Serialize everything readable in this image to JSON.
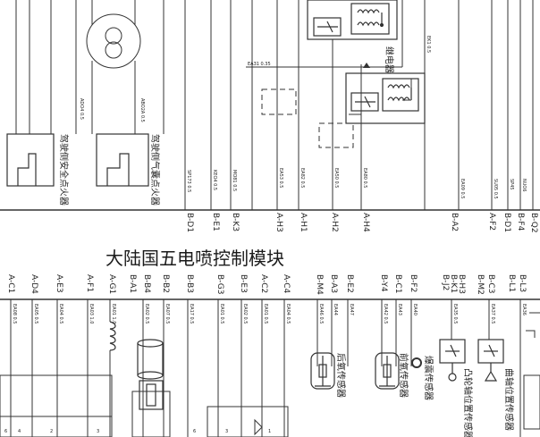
{
  "module": {
    "title": "大陆国五电喷控制模块"
  },
  "components": {
    "driver_igniter": "驾驶侧安全点火器",
    "passenger_igniter": "驾驶侧气囊点火器",
    "relay": "继电器",
    "downstream_o2": "后氧传感器",
    "upstream_o2": "前氧传感器",
    "knock": "爆震传感器",
    "cam_pos": "凸轮轴位置传感器",
    "crank": "曲轴位置传感器"
  },
  "top_pins": [
    "B-D1",
    "B-E1",
    "B-K3",
    "A-H3",
    "A-H1",
    "A-H2",
    "A-H4",
    "B-A2",
    "A-F2",
    "B-D1",
    "B-F4",
    "B-Q2"
  ],
  "bottom_pins": [
    "A-C1",
    "A-D4",
    "A-E3",
    "A-F1",
    "A-G1",
    "B-A1",
    "B-B4",
    "B-B2",
    "B-B3",
    "B-G3",
    "B-E3",
    "A-C2",
    "A-C4",
    "B-M4",
    "B-A3",
    "B-E2",
    "B-Y4",
    "B-C1",
    "B-F2",
    "B-J2",
    "B-K1",
    "B-H3",
    "B-M2",
    "B-C3",
    "B-L1",
    "B-L3"
  ]
}
